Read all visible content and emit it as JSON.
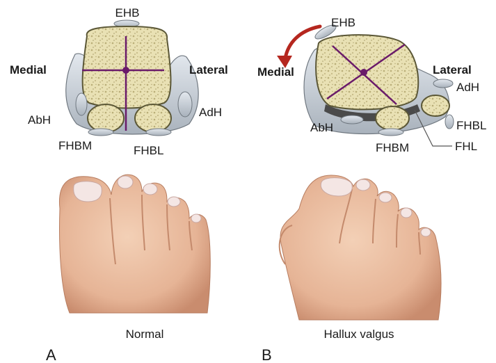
{
  "panel_a": {
    "letter": "A",
    "caption": "Normal",
    "labels": {
      "ehb": "EHB",
      "medial": "Medial",
      "lateral": "Lateral",
      "abh": "AbH",
      "adh": "AdH",
      "fhbm": "FHBM",
      "fhbl": "FHBL"
    }
  },
  "panel_b": {
    "letter": "B",
    "caption": "Hallux valgus",
    "labels": {
      "ehb": "EHB",
      "medial": "Medial",
      "lateral": "Lateral",
      "adh": "AdH",
      "abh": "AbH",
      "fhbl": "FHBL",
      "fhbm": "FHBM",
      "fhl": "FHL"
    }
  },
  "colors": {
    "bone_fill": "#e9e1b4",
    "bone_edge": "#5b5736",
    "tendon": "#c9d0d8",
    "tendon_edge": "#707880",
    "axis_line": "#6a1a6a",
    "rotation_arrow": "#b5271f",
    "skin": "#ecc0a2",
    "skin_shadow": "#c98c6e",
    "nail": "#f4e6e4"
  },
  "icons": {
    "rotation": "curved-arrow-medial-icon"
  }
}
